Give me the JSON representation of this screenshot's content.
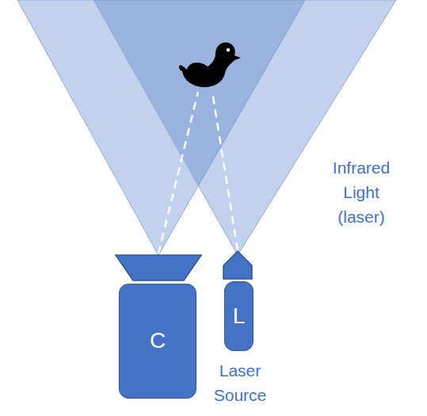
{
  "diagram": {
    "nodes": [
      {
        "text": [
          "C"
        ]
      },
      {
        "text": [
          "L"
        ]
      }
    ],
    "labels": [
      "Infrared Light (laser)",
      "Laser Source"
    ]
  }
}
